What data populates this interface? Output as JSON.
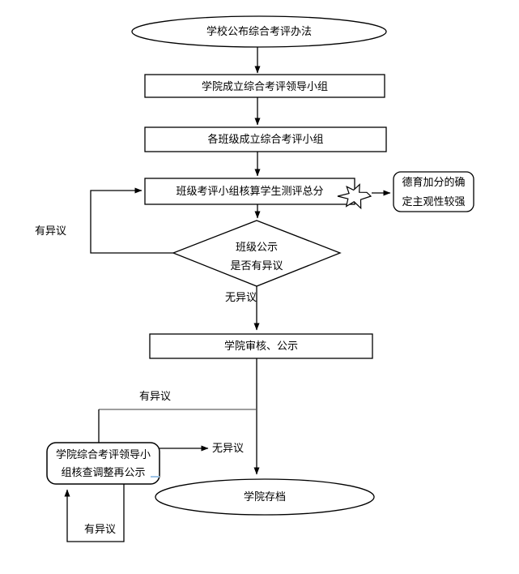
{
  "nodes": {
    "start": {
      "label": "学校公布综合考评办法"
    },
    "step1": {
      "label": "学院成立综合考评领导小组"
    },
    "step2": {
      "label": "各班级成立综合考评小组"
    },
    "step3": {
      "label": "班级考评小组核算学生测评总分"
    },
    "callout": {
      "line1": "德育加分的确",
      "line2": "定主观性较强"
    },
    "decision": {
      "line1": "班级公示",
      "line2": "是否有异议"
    },
    "review": {
      "label": "学院审核、公示"
    },
    "recheck": {
      "line1": "学院综合考评领导小",
      "line2": "组核查调整再公示"
    },
    "end": {
      "label": "学院存档"
    }
  },
  "edge_labels": {
    "objection_left": "有异议",
    "no_objection_decision": "无异议",
    "objection_review": "有异议",
    "no_objection_recheck": "无异议",
    "objection_recheck": "有异议"
  },
  "colors": {
    "stroke": "#000000",
    "gray_stroke": "#7f7f7f",
    "fill": "#ffffff",
    "text": "#000000",
    "artifact_blue": "#9dc3e6"
  }
}
